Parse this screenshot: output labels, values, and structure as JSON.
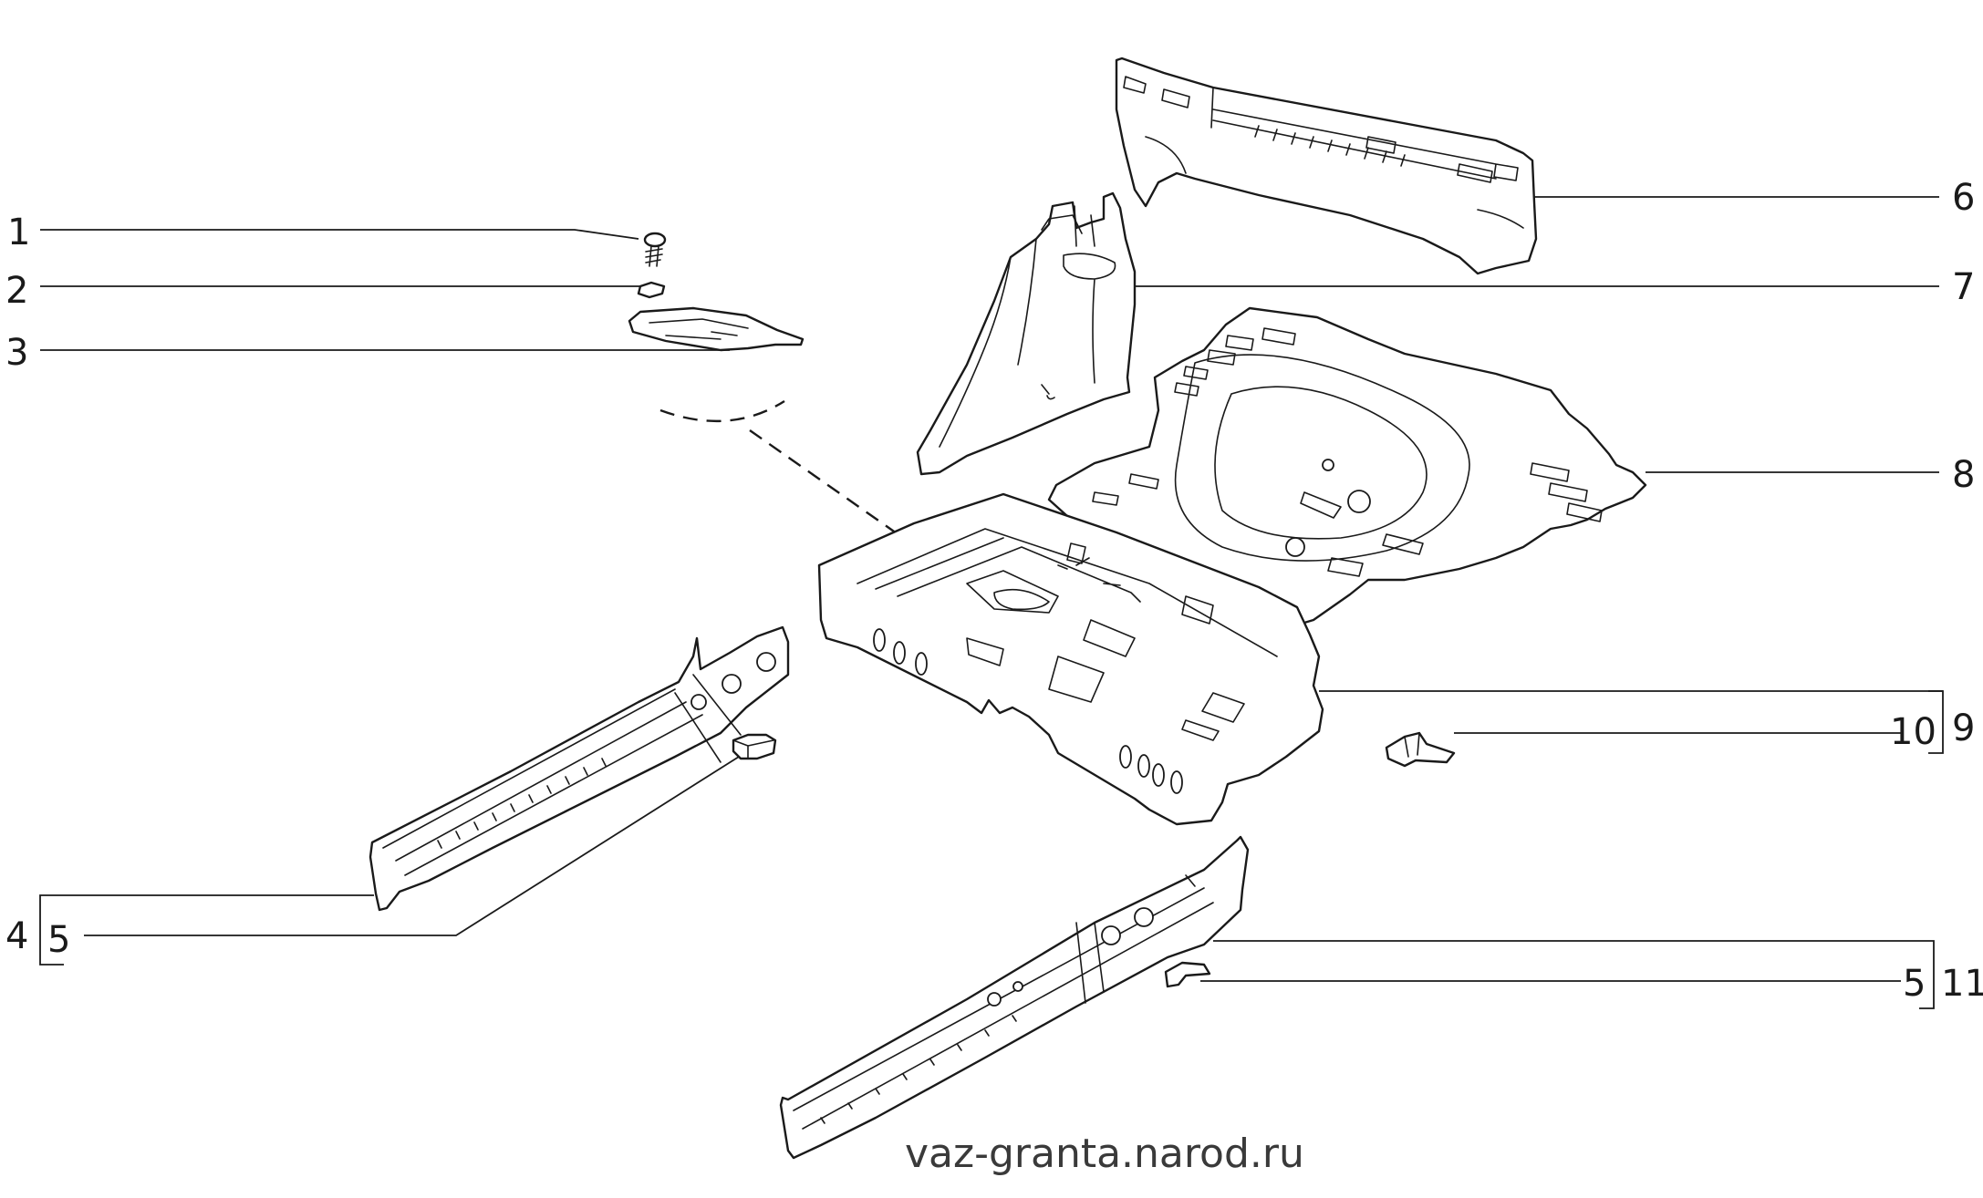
{
  "diagram": {
    "callouts": [
      "1",
      "2",
      "3",
      "4",
      "5",
      "6",
      "7",
      "8",
      "9",
      "10",
      "5",
      "11"
    ],
    "watermark": "vaz-granta.narod.ru"
  }
}
